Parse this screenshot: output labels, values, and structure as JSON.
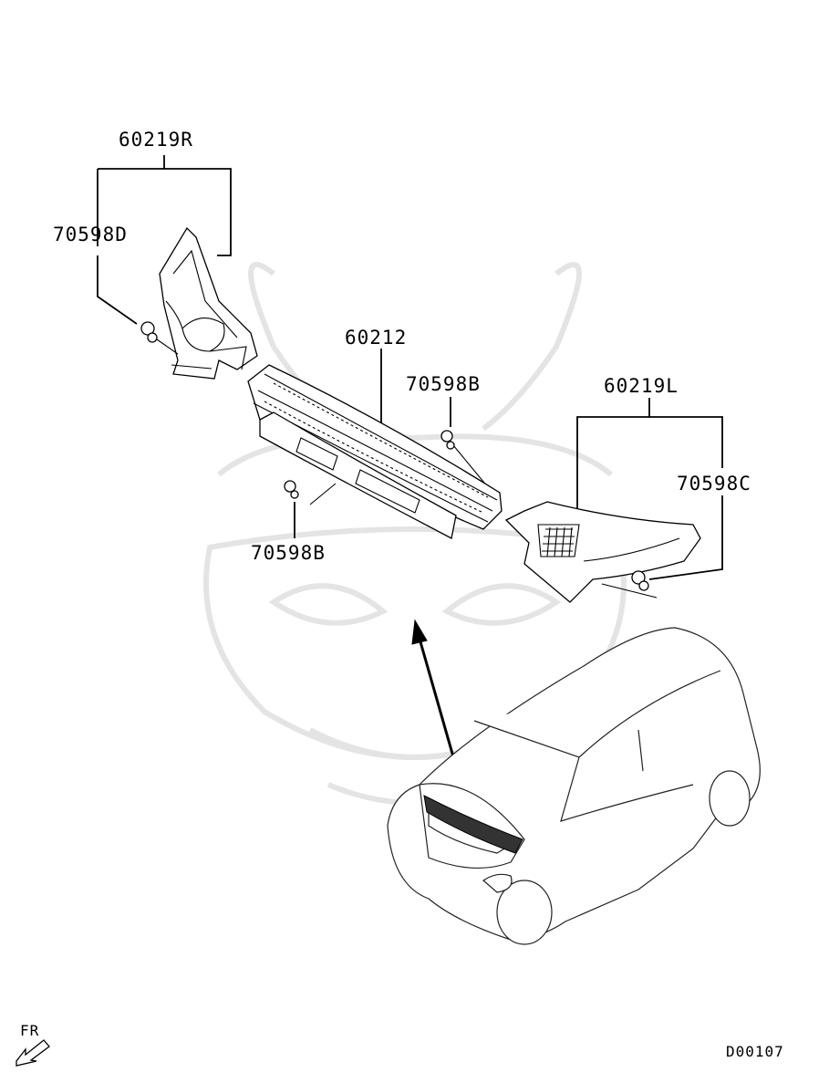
{
  "diagram": {
    "code": "D00107",
    "direction_label": "FR",
    "labels": {
      "part_60219R": "60219R",
      "part_70598D": "70598D",
      "part_60212": "60212",
      "part_70598B_upper": "70598B",
      "part_60219L": "60219L",
      "part_70598C": "70598C",
      "part_70598B_lower": "70598B"
    }
  }
}
